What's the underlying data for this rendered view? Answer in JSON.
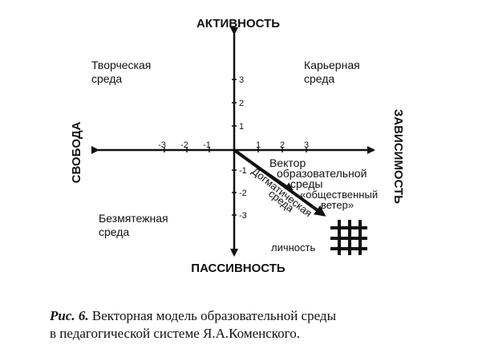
{
  "axes": {
    "top": "АКТИВНОСТЬ",
    "bottom": "ПАССИВНОСТЬ",
    "left": "СВОБОДА",
    "right": "ЗАВИСИМОСТЬ"
  },
  "quadrants": {
    "top_left": [
      "Творческая",
      "среда"
    ],
    "top_right": [
      "Карьерная",
      "среда"
    ],
    "bottom_left": [
      "Безмятежная",
      "среда"
    ]
  },
  "ticks": {
    "x_neg": [
      "-3",
      "-2",
      "-1"
    ],
    "x_pos": [
      "1",
      "2",
      "3"
    ],
    "y_pos": [
      "1",
      "2",
      "3"
    ],
    "y_neg": [
      "-1",
      "-2",
      "-3"
    ]
  },
  "vectors": {
    "education": [
      "Вектор",
      "образовательной",
      "среды"
    ],
    "social_wind": [
      "«общественный",
      "ветер»"
    ],
    "dogmatic": [
      "Догматическая",
      "среда"
    ]
  },
  "person_label": "личность",
  "caption": {
    "lead": "Рис. 6.",
    "line1": " Векторная модель образовательной среды",
    "line2": "в педагогической системе Я.А.Коменского."
  },
  "colors": {
    "ink": "#111111",
    "background": "#ffffff"
  }
}
